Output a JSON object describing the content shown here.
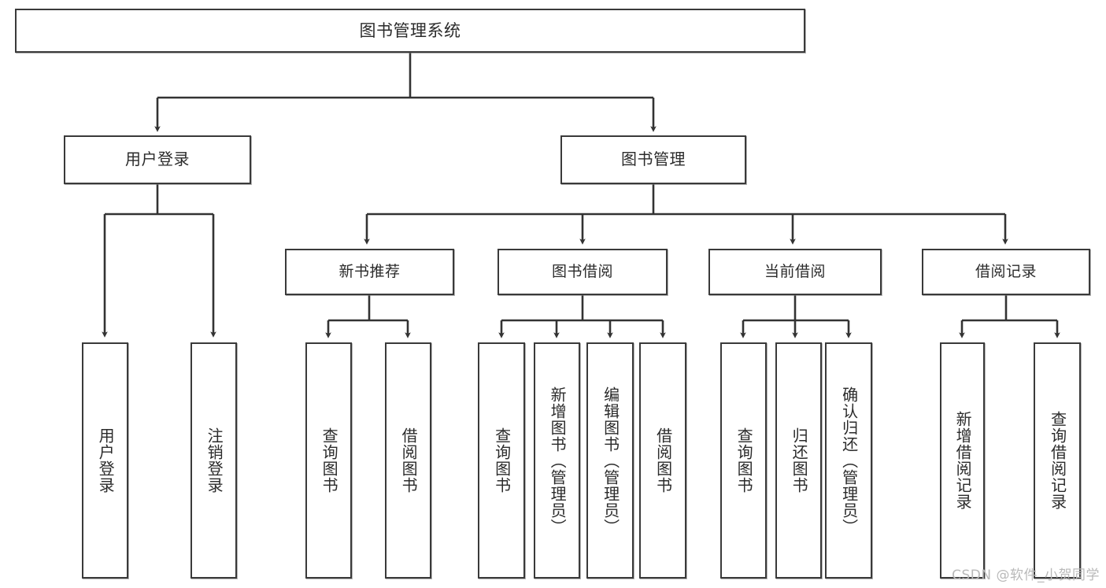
{
  "diagram": {
    "type": "tree",
    "title": "图书管理系统",
    "orientation": "top-down",
    "colors": {
      "box_border": "#3a3a3a",
      "box_fill": "#ffffff",
      "edge": "#333333",
      "text": "#2b2b2b",
      "watermark": "#b9b9b9"
    },
    "root": {
      "label": "图书管理系统"
    },
    "level1": [
      {
        "label": "用户登录"
      },
      {
        "label": "图书管理"
      }
    ],
    "level2": [
      {
        "label": "新书推荐"
      },
      {
        "label": "图书借阅"
      },
      {
        "label": "当前借阅"
      },
      {
        "label": "借阅记录"
      }
    ],
    "leaves": {
      "user_login": [
        {
          "label": "用户登录"
        },
        {
          "label": "注销登录"
        }
      ],
      "new_book_recommend": [
        {
          "label": "查询图书"
        },
        {
          "label": "借阅图书"
        }
      ],
      "book_borrow": [
        {
          "label": "查询图书"
        },
        {
          "label": "新增图书（管理员）"
        },
        {
          "label": "编辑图书（管理员）"
        },
        {
          "label": "借阅图书"
        }
      ],
      "current_borrow": [
        {
          "label": "查询图书"
        },
        {
          "label": "归还图书"
        },
        {
          "label": "确认归还（管理员）"
        }
      ],
      "borrow_record": [
        {
          "label": "新增借阅记录"
        },
        {
          "label": "查询借阅记录"
        }
      ]
    }
  },
  "watermark": {
    "text": "CSDN @软件_小贺同学"
  }
}
